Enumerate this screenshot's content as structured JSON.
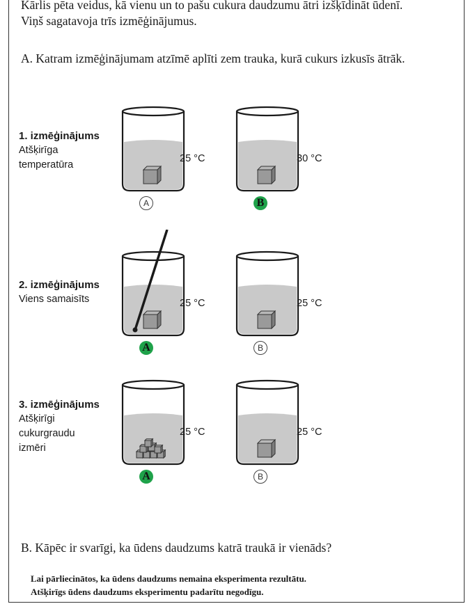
{
  "intro": {
    "line1": "Kārlis pēta veidus, kā vienu un to pašu cukura daudzumu ātri izšķīdināt ūdenī.",
    "line2": "Viņš sagatavoja trīs izmēģinājumus."
  },
  "question_a": "A.  Katram izmēģinājumam atzīmē aplīti zem trauka, kurā cukurs izkusīs ātrāk.",
  "trials": [
    {
      "title": "1. izmēģinājums",
      "desc": [
        "Atšķirīga",
        "temperatūra"
      ],
      "left": {
        "temp": "25 °C",
        "choice": "A",
        "selected": false,
        "contents": "cube"
      },
      "right": {
        "temp": "30 °C",
        "choice": "B",
        "selected": true,
        "contents": "cube"
      }
    },
    {
      "title": "2. izmēģinājums",
      "desc": [
        "Viens samaisīts"
      ],
      "left": {
        "temp": "25 °C",
        "choice": "A",
        "selected": true,
        "contents": "cube-with-rod"
      },
      "right": {
        "temp": "25 °C",
        "choice": "B",
        "selected": false,
        "contents": "cube"
      }
    },
    {
      "title": "3. izmēģinājums",
      "desc": [
        "Atšķirīgi",
        "cukurgraudu",
        "izmēri"
      ],
      "left": {
        "temp": "25 °C",
        "choice": "A",
        "selected": true,
        "contents": "small-cubes"
      },
      "right": {
        "temp": "25 °C",
        "choice": "B",
        "selected": false,
        "contents": "cube"
      }
    }
  ],
  "question_b": "B.  Kāpēc ir svarīgi, ka ūdens daudzums katrā traukā ir vienāds?",
  "answer": {
    "line1": "Lai pārliecinātos, ka ūdens daudzums nemaina eksperimenta rezultātu.",
    "line2": "Atšķirīgs ūdens daudzums eksperimentu padarītu negodīgu."
  },
  "colors": {
    "selected_circle": "#1fa24a",
    "water": "#c9c9c9",
    "cube": "#9a9a9a"
  }
}
